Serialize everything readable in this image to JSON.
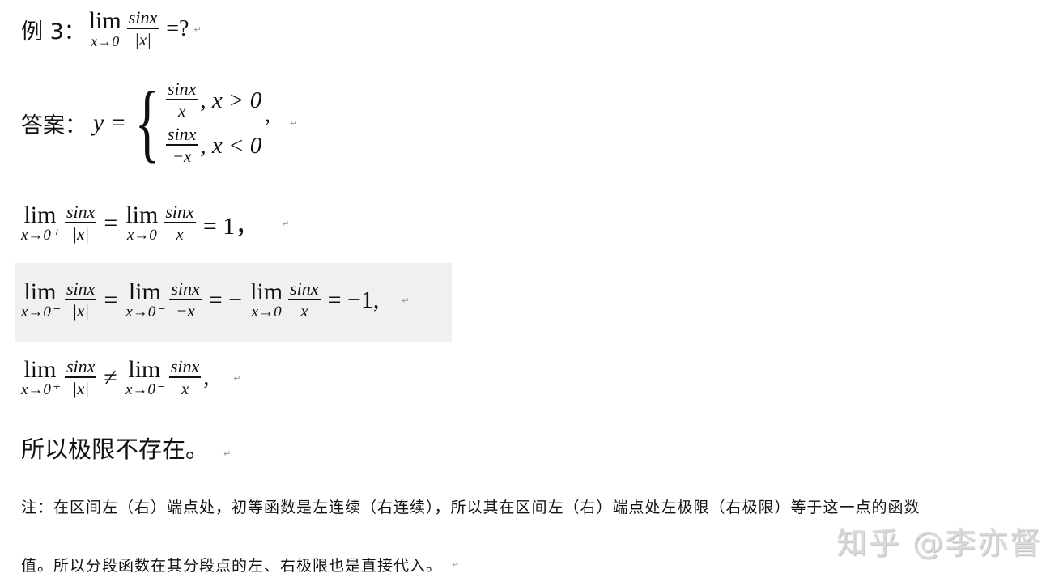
{
  "example": {
    "label": "例 3：",
    "lim": "lim",
    "sub": "x→0",
    "num": "sinx",
    "den": "|x|",
    "tail": "=?",
    "mark": "↵"
  },
  "answer": {
    "label": "答案：",
    "lhs": "y =",
    "case1_num": "sinx",
    "case1_den": "x",
    "case1_cond": ", x > 0",
    "case2_num": "sinx",
    "case2_den": "−x",
    "case2_cond": ", x < 0",
    "tail": ",",
    "mark": "↵"
  },
  "right_limit": {
    "lim1": "lim",
    "sub1": "x→0⁺",
    "num1": "sinx",
    "den1": "|x|",
    "eq1": "=",
    "lim2": "lim",
    "sub2": "x→0",
    "num2": "sinx",
    "den2": "x",
    "result": "= 1，",
    "mark": "↵"
  },
  "left_limit": {
    "lim1": "lim",
    "sub1": "x→0⁻",
    "num1": "sinx",
    "den1": "|x|",
    "eq1": "=",
    "lim2": "lim",
    "sub2": "x→0⁻",
    "num2": "sinx",
    "den2": "−x",
    "eq2": "= −",
    "lim3": "lim",
    "sub3": "x→0",
    "num3": "sinx",
    "den3": "x",
    "result": "= −1,",
    "mark": "↵"
  },
  "compare": {
    "lim1": "lim",
    "sub1": "x→0⁺",
    "num1": "sinx",
    "den1": "|x|",
    "neq": "≠",
    "lim2": "lim",
    "sub2": "x→0⁻",
    "num2": "sinx",
    "den2": "x",
    "tail": ",",
    "mark": "↵"
  },
  "conclusion": {
    "text": "所以极限不存在。",
    "mark": "↵"
  },
  "note": {
    "line1": "注：在区间左（右）端点处，初等函数是左连续（右连续），所以其在区间左（右）端点处左极限（右极限）等于这一点的函数",
    "line2": "值。所以分段函数在其分段点的左、右极限也是直接代入。",
    "mark": "↵"
  },
  "watermark": "知乎 @李亦督"
}
